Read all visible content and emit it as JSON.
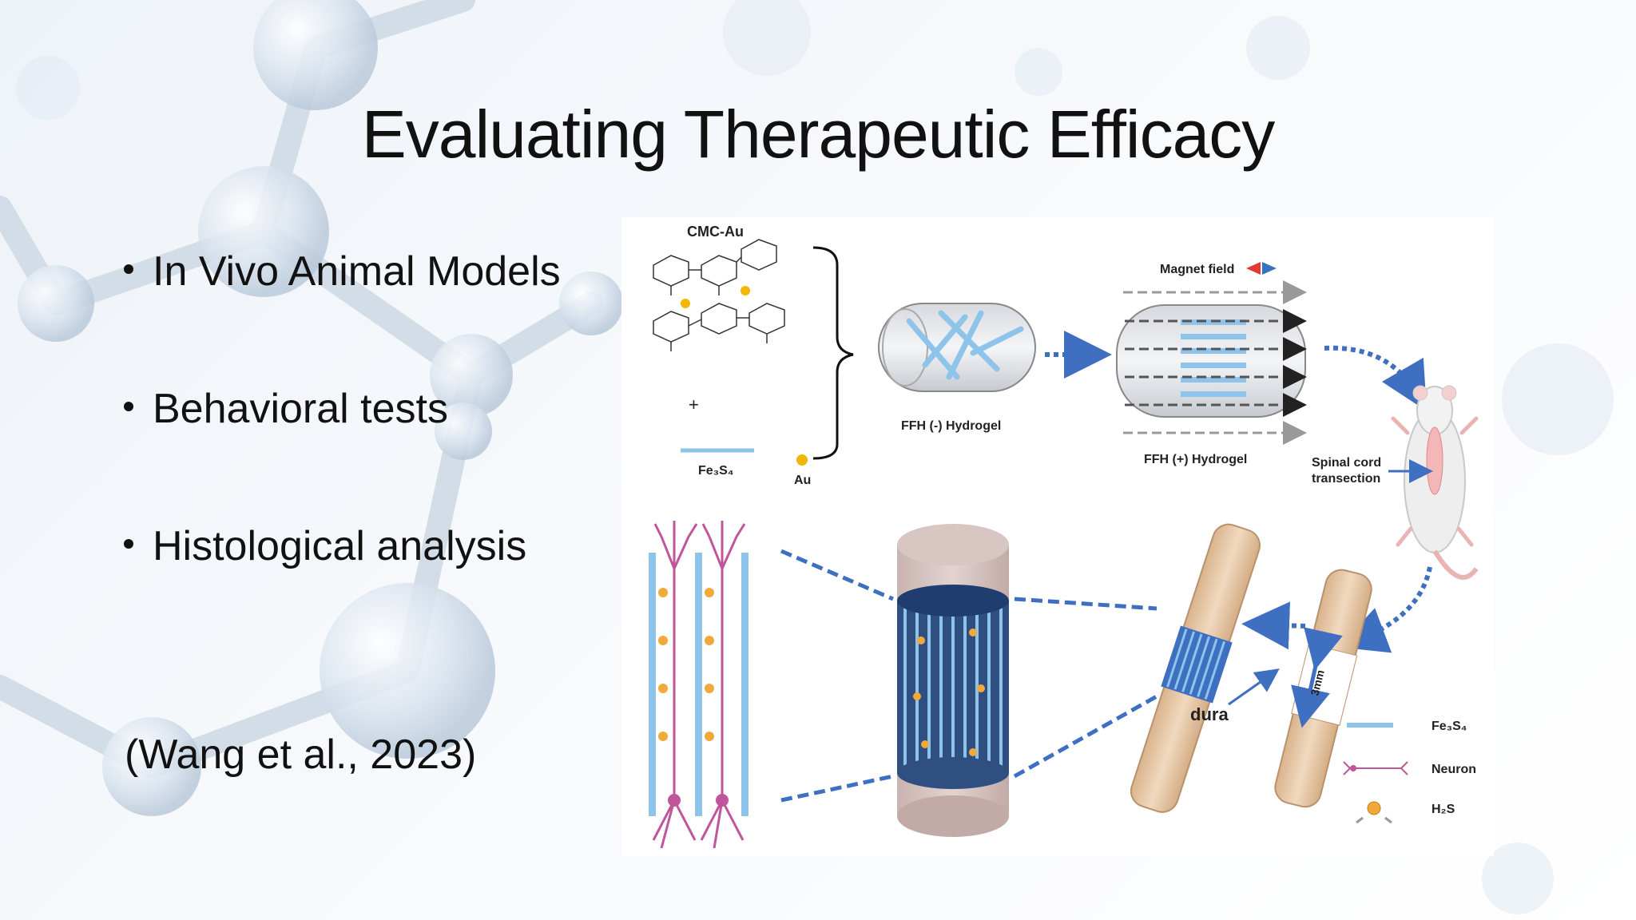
{
  "slide": {
    "title": "Evaluating Therapeutic Efficacy",
    "bullets": [
      "In Vivo Animal Models",
      "Behavioral tests",
      "Histological analysis"
    ],
    "citation": "(Wang et al., 2023)"
  },
  "figure": {
    "cmc_label": "CMC-Au",
    "plus": "+",
    "fe3s4": "Fe₃S₄",
    "au": "Au",
    "ffh_minus": "FFH  (-)  Hydrogel",
    "magnet_field": "Magnet field",
    "ffh_plus": "FFH  (+)  Hydrogel",
    "spinal_cord": "Spinal cord",
    "transection": "transection",
    "dura": "dura",
    "gap": "3mm",
    "legend": {
      "fe3s4": "Fe₃S₄",
      "neuron": "Neuron",
      "h2s": "H₂S"
    }
  },
  "colors": {
    "accent_blue": "#3f6fc0",
    "fiber_blue": "#8ec3ea",
    "neuron_pink": "#c0569a",
    "cord_tan": "#e9c9a6",
    "magnet_red": "#e53935"
  }
}
